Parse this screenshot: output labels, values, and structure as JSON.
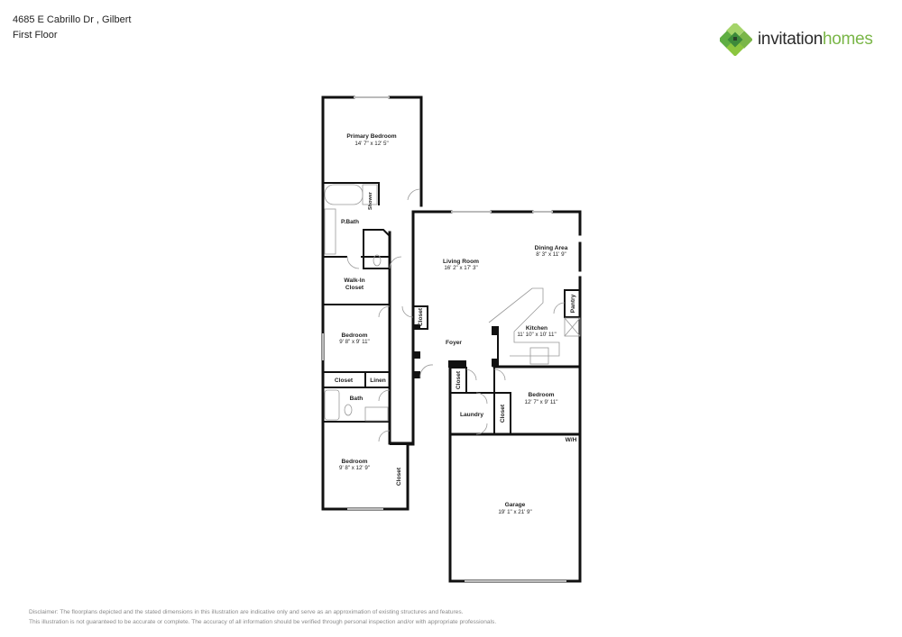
{
  "header": {
    "address": "4685 E Cabrillo Dr , Gilbert",
    "floor": "First Floor"
  },
  "logo": {
    "icon": "clover-diamond-logo-icon",
    "word1": "invitation",
    "word2": "homes",
    "colors": {
      "dark": "#2b2b2b",
      "green": "#7ab648",
      "light_green": "#a5d46a",
      "dark_green": "#3d8a3a"
    }
  },
  "rooms": {
    "primary_bedroom": {
      "name": "Primary Bedroom",
      "dims": "14' 7\" x 12' 5\""
    },
    "shower": {
      "name": "Shower"
    },
    "p_bath": {
      "name": "P.Bath"
    },
    "walk_in_closet": {
      "name1": "Walk-In",
      "name2": "Closet"
    },
    "living_room": {
      "name": "Living Room",
      "dims": "16' 2\" x 17' 3\""
    },
    "dining_area": {
      "name": "Dining Area",
      "dims": "8' 3\" x 11' 9\""
    },
    "pantry": {
      "name": "Pantry"
    },
    "kitchen": {
      "name": "Kitchen",
      "dims": "11' 10\" x 10' 11\""
    },
    "hall_closet": {
      "name": "Closet"
    },
    "foyer": {
      "name": "Foyer"
    },
    "bedroom_2": {
      "name": "Bedroom",
      "dims": "9' 8\" x 9' 11\""
    },
    "closet_2": {
      "name": "Closet"
    },
    "linen": {
      "name": "Linen"
    },
    "bath": {
      "name": "Bath"
    },
    "bedroom_3": {
      "name": "Bedroom",
      "dims": "9' 8\" x 12' 9\""
    },
    "closet_3": {
      "name": "Closet"
    },
    "foyer_closet": {
      "name": "Closet"
    },
    "laundry": {
      "name": "Laundry"
    },
    "closet_4": {
      "name": "Closet"
    },
    "bedroom_4": {
      "name": "Bedroom",
      "dims": "12' 7\" x 9' 11\""
    },
    "water_heater": {
      "name": "W/H"
    },
    "garage": {
      "name": "Garage",
      "dims": "19' 1\" x 21' 9\""
    }
  },
  "disclaimer": {
    "line1": "Disclaimer: The floorplans depicted and the stated dimensions in this illustration are indicative only and serve as an approximation of existing structures and features.",
    "line2": "This illustration is not guaranteed to be accurate or complete. The accuracy of all information should be verified through personal inspection and/or with appropriate professionals."
  }
}
